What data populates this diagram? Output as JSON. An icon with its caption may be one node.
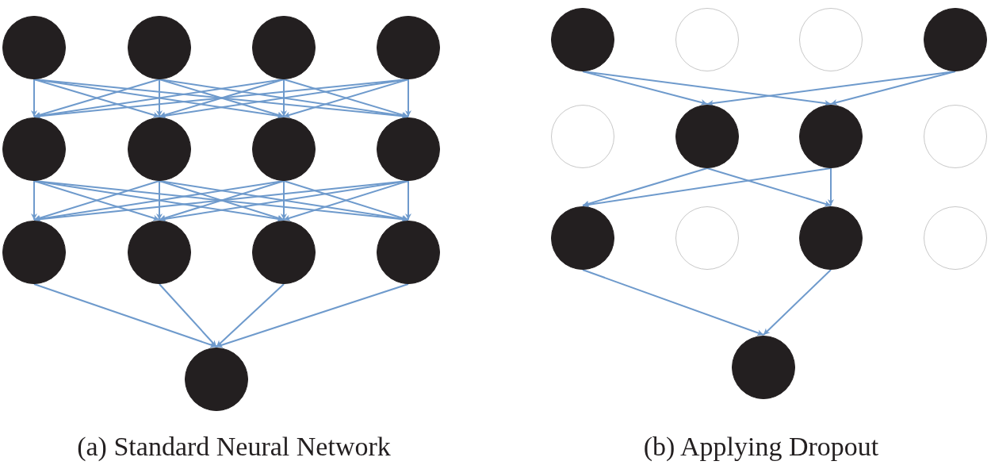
{
  "diagram": {
    "nodes": [
      {
        "text": [],
        "shape": "circle"
      },
      {
        "text": [],
        "shape": "circle"
      },
      {
        "text": [],
        "shape": "circle"
      },
      {
        "text": [],
        "shape": "circle"
      },
      {
        "text": [],
        "shape": "circle"
      },
      {
        "text": [],
        "shape": "circle"
      },
      {
        "text": [],
        "shape": "circle"
      },
      {
        "text": [],
        "shape": "circle"
      },
      {
        "text": [],
        "shape": "circle"
      },
      {
        "text": [],
        "shape": "circle"
      },
      {
        "text": [],
        "shape": "circle"
      },
      {
        "text": [],
        "shape": "circle"
      },
      {
        "text": [],
        "shape": "circle"
      },
      {
        "text": [],
        "shape": "circle"
      },
      {
        "text": [],
        "shape": "ring"
      },
      {
        "text": [],
        "shape": "ring"
      },
      {
        "text": [],
        "shape": "circle"
      },
      {
        "text": [],
        "shape": "ring"
      },
      {
        "text": [],
        "shape": "circle"
      },
      {
        "text": [],
        "shape": "circle"
      },
      {
        "text": [],
        "shape": "ring"
      },
      {
        "text": [],
        "shape": "circle"
      },
      {
        "text": [],
        "shape": "ring"
      },
      {
        "text": [],
        "shape": "circle"
      },
      {
        "text": [],
        "shape": "ring"
      },
      {
        "text": [],
        "shape": "circle"
      }
    ],
    "edges": [
      {
        "from": 0,
        "to": 4,
        "arrow": "to"
      },
      {
        "from": 0,
        "to": 5,
        "arrow": "to"
      },
      {
        "from": 0,
        "to": 6,
        "arrow": "to"
      },
      {
        "from": 0,
        "to": 7,
        "arrow": "to"
      },
      {
        "from": 1,
        "to": 4,
        "arrow": "to"
      },
      {
        "from": 1,
        "to": 5,
        "arrow": "to"
      },
      {
        "from": 1,
        "to": 6,
        "arrow": "to"
      },
      {
        "from": 1,
        "to": 7,
        "arrow": "to"
      },
      {
        "from": 2,
        "to": 4,
        "arrow": "to"
      },
      {
        "from": 2,
        "to": 5,
        "arrow": "to"
      },
      {
        "from": 2,
        "to": 6,
        "arrow": "to"
      },
      {
        "from": 2,
        "to": 7,
        "arrow": "to"
      },
      {
        "from": 3,
        "to": 4,
        "arrow": "to"
      },
      {
        "from": 3,
        "to": 5,
        "arrow": "to"
      },
      {
        "from": 3,
        "to": 6,
        "arrow": "to"
      },
      {
        "from": 3,
        "to": 7,
        "arrow": "to"
      },
      {
        "from": 4,
        "to": 8,
        "arrow": "to"
      },
      {
        "from": 4,
        "to": 9,
        "arrow": "to"
      },
      {
        "from": 4,
        "to": 10,
        "arrow": "to"
      },
      {
        "from": 4,
        "to": 11,
        "arrow": "to"
      },
      {
        "from": 5,
        "to": 8,
        "arrow": "to"
      },
      {
        "from": 5,
        "to": 9,
        "arrow": "to"
      },
      {
        "from": 5,
        "to": 10,
        "arrow": "to"
      },
      {
        "from": 5,
        "to": 11,
        "arrow": "to"
      },
      {
        "from": 6,
        "to": 8,
        "arrow": "to"
      },
      {
        "from": 6,
        "to": 9,
        "arrow": "to"
      },
      {
        "from": 6,
        "to": 10,
        "arrow": "to"
      },
      {
        "from": 6,
        "to": 11,
        "arrow": "to"
      },
      {
        "from": 7,
        "to": 8,
        "arrow": "to"
      },
      {
        "from": 7,
        "to": 9,
        "arrow": "to"
      },
      {
        "from": 7,
        "to": 10,
        "arrow": "to"
      },
      {
        "from": 7,
        "to": 11,
        "arrow": "to"
      },
      {
        "from": 8,
        "to": 12,
        "arrow": "to"
      },
      {
        "from": 9,
        "to": 12,
        "arrow": "to"
      },
      {
        "from": 10,
        "to": 12,
        "arrow": "to"
      },
      {
        "from": 11,
        "to": 12,
        "arrow": "to"
      },
      {
        "from": 13,
        "to": 18,
        "arrow": "to"
      },
      {
        "from": 13,
        "to": 19,
        "arrow": "to"
      },
      {
        "from": 16,
        "to": 18,
        "arrow": "to"
      },
      {
        "from": 16,
        "to": 19,
        "arrow": "to"
      },
      {
        "from": 18,
        "to": 21,
        "arrow": "to"
      },
      {
        "from": 18,
        "to": 23,
        "arrow": "to"
      },
      {
        "from": 19,
        "to": 21,
        "arrow": "to"
      },
      {
        "from": 19,
        "to": 23,
        "arrow": "to"
      },
      {
        "from": 21,
        "to": 25,
        "arrow": "to"
      },
      {
        "from": 23,
        "to": 25,
        "arrow": "to"
      }
    ],
    "labels": [
      "(a) Standard Neural Network",
      "(b) Applying Dropout"
    ]
  }
}
